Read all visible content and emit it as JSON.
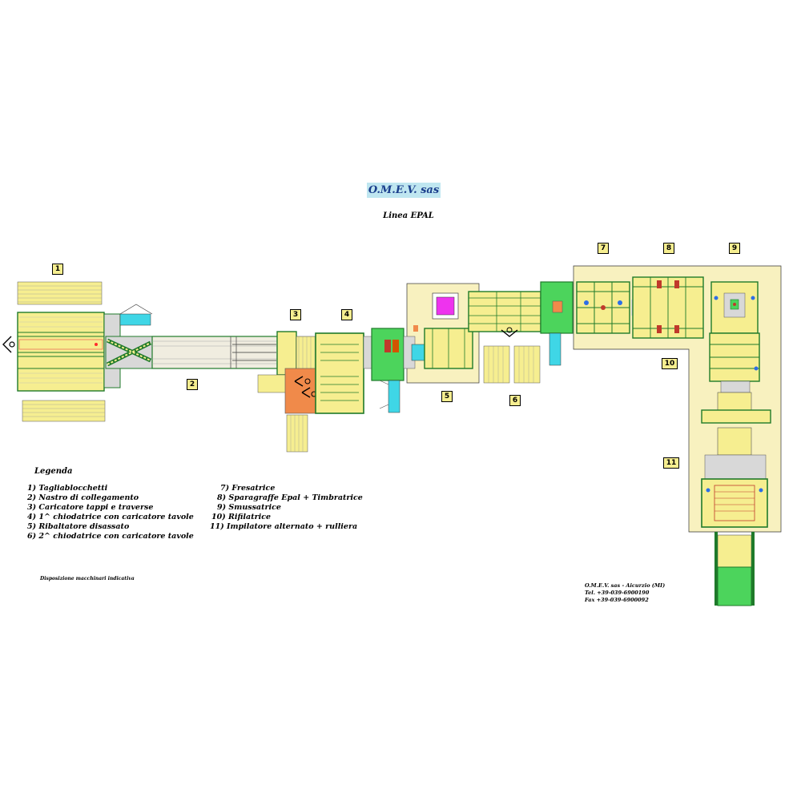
{
  "header": {
    "company": "O.M.E.V. sas",
    "line": "Linea EPAL"
  },
  "station_numbers": [
    "1",
    "2",
    "3",
    "4",
    "5",
    "6",
    "7",
    "8",
    "9",
    "10",
    "11"
  ],
  "legend": {
    "title": "Legenda",
    "left": [
      "1) Tagliablocchetti",
      "2) Nastro di collegamento",
      "3) Caricatore tappi e traverse",
      "4) 1^ chiodatrice con caricatore tavole",
      "5) Ribaltatore disassato",
      "6) 2^ chiodatrice con caricatore tavole"
    ],
    "right": [
      "7) Fresatrice",
      "8) Sparagraffe Epal + Timbratrice",
      "9) Smussatrice",
      "10) Rifilatrice",
      "11) Impilatore alternato + rulliera"
    ]
  },
  "note": "Disposizione macchinari indicativa",
  "contact": {
    "line1": "O.M.E.V. sas - Aicurzio (MI)",
    "line2": "Tel. +39-039-6900190",
    "line3": "Fax +39-039-6900092"
  },
  "colors": {
    "machine_green": "#4cd45c",
    "frame_green": "#1f7a2a",
    "wood_yellow": "#f6ee90",
    "area_beige": "#f8f1bf",
    "cyan": "#3fd6e6",
    "orange": "#f08a4a",
    "magenta": "#ee33ee",
    "conveyor_grey": "#d8d8d8"
  }
}
